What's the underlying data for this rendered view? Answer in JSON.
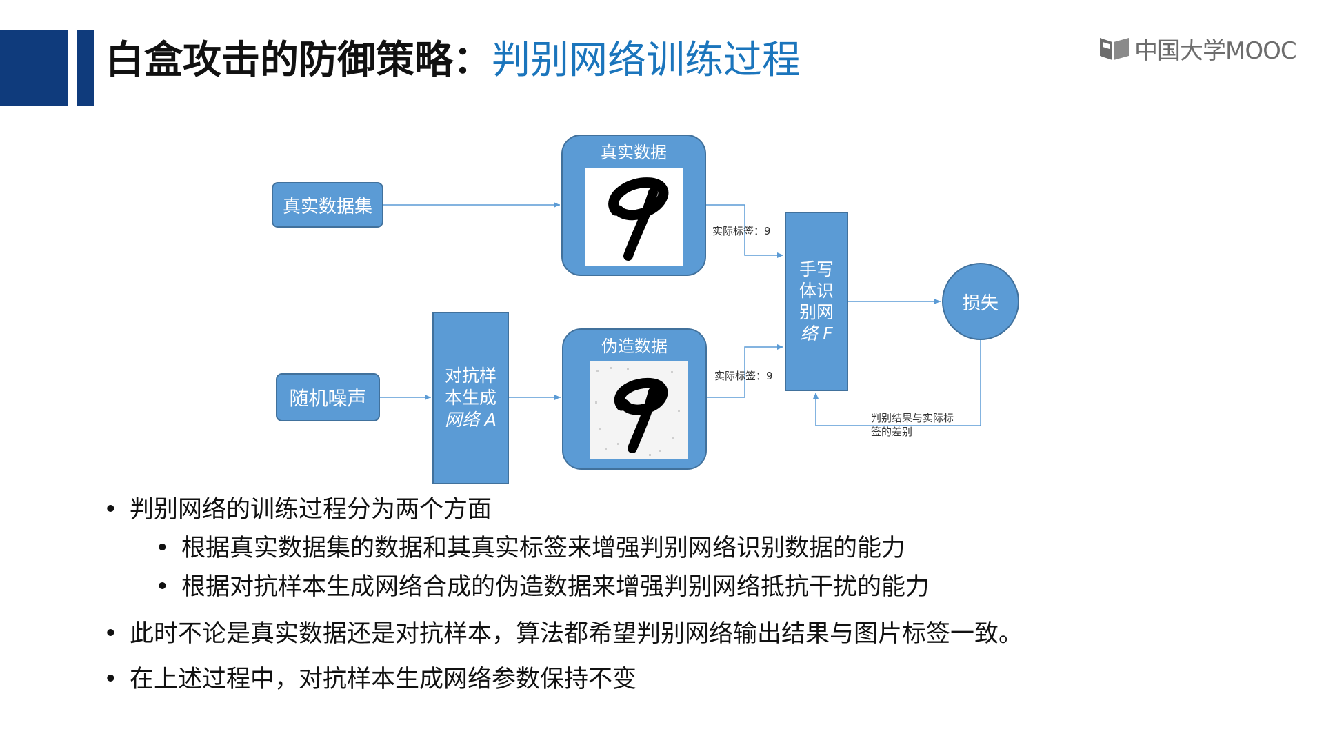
{
  "header": {
    "title_main": "白盒攻击的防御策略：",
    "title_sub": "判别网络训练过程",
    "logo_text": "中国大学MOOC"
  },
  "diagram": {
    "real_dataset": "真实数据集",
    "real_data": "真实数据",
    "random_noise": "随机噪声",
    "adv_net_lines": [
      "对抗样",
      "本生成",
      "网络 A"
    ],
    "fake_data": "伪造数据",
    "classifier_lines": [
      "手写",
      "体识",
      "别网",
      "络 F"
    ],
    "loss": "损失",
    "label_real": "实际标签：9",
    "label_fake": "实际标签：9",
    "diff_label": "判别结果与实际标签的差别"
  },
  "bullets": {
    "b1": "判别网络的训练过程分为两个方面",
    "b1a": "根据真实数据集的数据和其真实标签来增强判别网络识别数据的能力",
    "b1b": "根据对抗样本生成网络合成的伪造数据来增强判别网络抵抗干扰的能力",
    "b2": "此时不论是真实数据还是对抗样本，算法都希望判别网络输出结果与图片标签一致。",
    "b3": "在上述过程中，对抗样本生成网络参数保持不变",
    "dot": "•"
  },
  "colors": {
    "header_blue": "#0f3b7c",
    "title_blue": "#1b75bc",
    "node_fill": "#5b9bd5",
    "node_border": "#41719c",
    "arrow": "#5b9bd5"
  }
}
